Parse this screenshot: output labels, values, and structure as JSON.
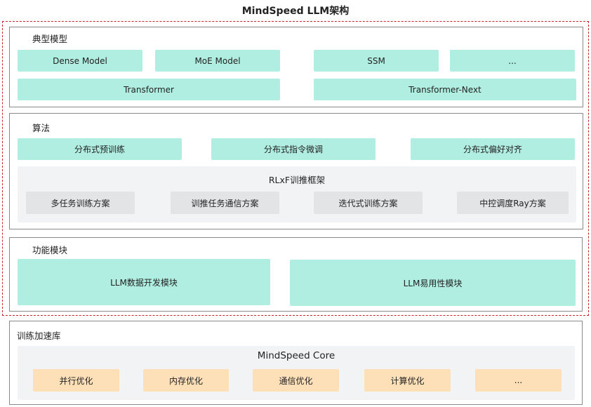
{
  "title": "MindSpeed LLM架构",
  "sections": {
    "models": {
      "label": "典型模型",
      "items": [
        "Dense Model",
        "MoE Model",
        "SSM",
        "...",
        "Transformer",
        "Transformer-Next"
      ]
    },
    "algorithms": {
      "label": "算法",
      "items": [
        "分布式预训练",
        "分布式指令微调",
        "分布式偏好对齐"
      ],
      "rlxf": {
        "label": "RLxF训推框架",
        "items": [
          "多任务训练方案",
          "训推任务通信方案",
          "迭代式训练方案",
          "中控调度Ray方案"
        ]
      }
    },
    "functions": {
      "label": "功能模块",
      "items": [
        "LLM数据开发模块",
        "LLM易用性模块"
      ]
    },
    "acceleration": {
      "label": "训练加速库",
      "core": {
        "label": "MindSpeed Core",
        "items": [
          "并行优化",
          "内存优化",
          "通信优化",
          "计算优化",
          "..."
        ]
      }
    }
  },
  "colors": {
    "teal": "#b0eee2",
    "gray": "#e3e4e6",
    "orange": "#fde0b8",
    "dashed_border": "#c0272d"
  }
}
